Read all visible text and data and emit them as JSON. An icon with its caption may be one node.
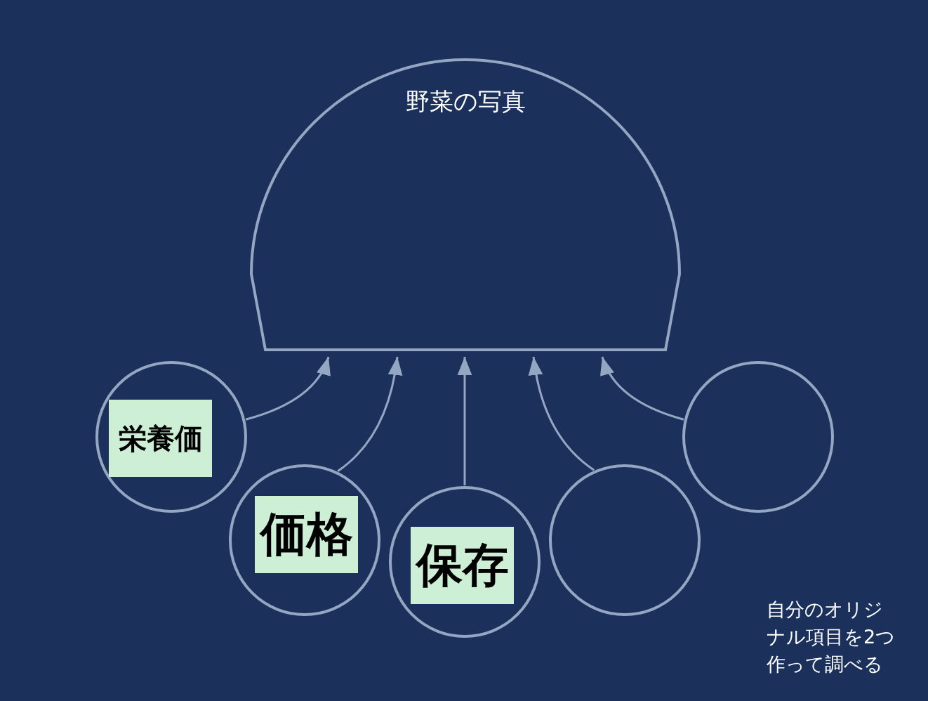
{
  "diagram": {
    "nodes": [
      {
        "text": [
          "野菜の写真"
        ]
      },
      {
        "text": [
          "栄養価"
        ]
      },
      {
        "text": [
          "価格"
        ]
      },
      {
        "text": [
          "保存"
        ]
      },
      {
        "text": [],
        "shape": "circle"
      },
      {
        "text": [],
        "shape": "circle"
      }
    ],
    "edges": [
      {
        "from": 1,
        "to": 0,
        "arrow": "to"
      },
      {
        "from": 2,
        "to": 0,
        "arrow": "to"
      },
      {
        "from": 3,
        "to": 0,
        "arrow": "to"
      },
      {
        "from": 4,
        "to": 0,
        "arrow": "to"
      },
      {
        "from": 5,
        "to": 0,
        "arrow": "to"
      }
    ],
    "labels": [
      "自分のオリジナル項目を2つ作って調べる"
    ]
  }
}
